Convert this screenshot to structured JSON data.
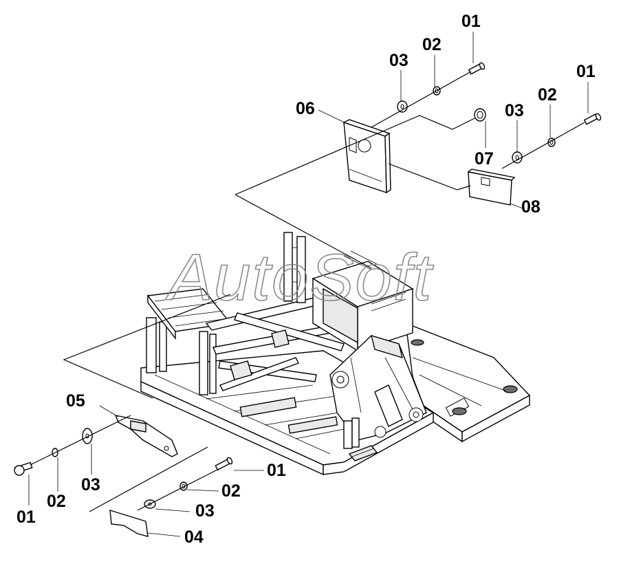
{
  "watermark": "AutoSoft",
  "callouts": {
    "c01_top_a": "01",
    "c02_top_a": "02",
    "c03_top_a": "03",
    "c01_top_b": "01",
    "c02_top_b": "02",
    "c03_top_b": "03",
    "c06": "06",
    "c07": "07",
    "c08": "08",
    "c05": "05",
    "c01_left": "01",
    "c02_left": "02",
    "c03_left": "03",
    "c01_bottom": "01",
    "c02_bottom": "02",
    "c03_bottom": "03",
    "c04": "04"
  }
}
